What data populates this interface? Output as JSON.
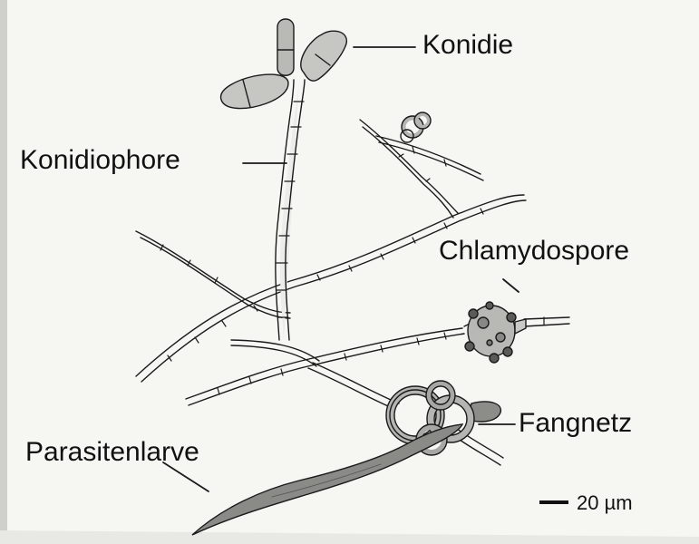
{
  "labels": {
    "konidie": "Konidie",
    "konidiophore": "Konidiophore",
    "chlamydospore": "Chlamydospore",
    "fangnetz": "Fangnetz",
    "parasitenlarve": "Parasitenlarve"
  },
  "scale_bar": {
    "label": "20 µm"
  },
  "colors": {
    "hypha_fill": "#d9d9d6",
    "outline": "#1a1a1a",
    "conidia_fill": "#bdbdbd",
    "larva_fill": "#8a8a8a",
    "spore_fill": "#9a9a96"
  }
}
